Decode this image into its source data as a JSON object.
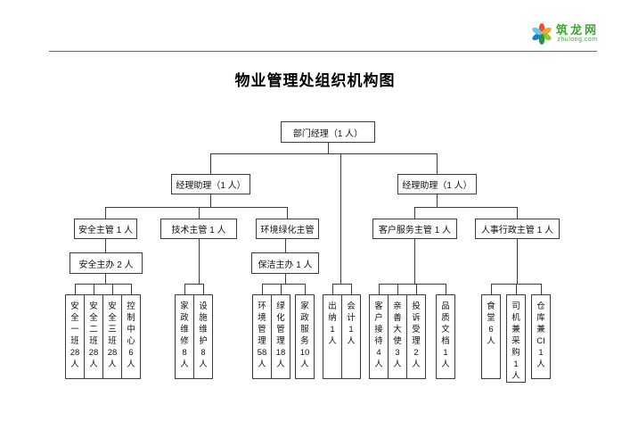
{
  "logo": {
    "icon": "pinwheel-icon",
    "name": "筑龙网",
    "domain": "zhulong.com",
    "brand_color": "#3fa535"
  },
  "title": "物业管理处组织机构图",
  "org": {
    "root": "部门经理（1 人）",
    "assistant_left": "经理助理（1 人）",
    "assistant_right": "经理助理（1 人）",
    "security_supervisor": "安全主管 1 人",
    "tech_supervisor": "技术主管 1 人",
    "env_supervisor": "环境绿化主管",
    "customer_supervisor": "客户服务主管 1 人",
    "hr_supervisor": "人事行政主管 1 人",
    "security_officer": "安全主办 2 人",
    "cleaning_officer": "保洁主办 1 人",
    "teams": {
      "security_team1": "安\n全\n一\n班\n28\n人",
      "security_team2": "安\n全\n二\n班\n28\n人",
      "security_team3": "安\n全\n三\n班\n28\n人",
      "control_center": "控\n制\n中\n心\n6\n人",
      "housekeeping_repair": "家\n政\n维\n修\n8\n人",
      "facility_maintenance": "设\n施\n维\n护\n8\n人",
      "environment_mgmt": "环\n境\n管\n理\n58\n人",
      "greening_mgmt": "绿\n化\n管\n理\n18\n人",
      "housekeeping_service": "家\n政\n服\n务\n10\n人",
      "cashier": "出\n纳\n1\n人",
      "accountant": "会\n计\n1\n人",
      "customer_reception": "客\n户\n接\n待\n4\n人",
      "goodwill_ambassador": "亲\n善\n大\n使\n3\n人",
      "complaint_handling": "投\n诉\n受\n理\n2\n人",
      "quality_docs": "品\n质\n文\n档\n1\n人",
      "canteen": "食\n堂\n6\n人",
      "driver_purchaser": "司\n机\n兼\n采\n购\n1\n人",
      "warehouse_ci": "仓\n库\n兼\nCI\n1\n人"
    }
  }
}
